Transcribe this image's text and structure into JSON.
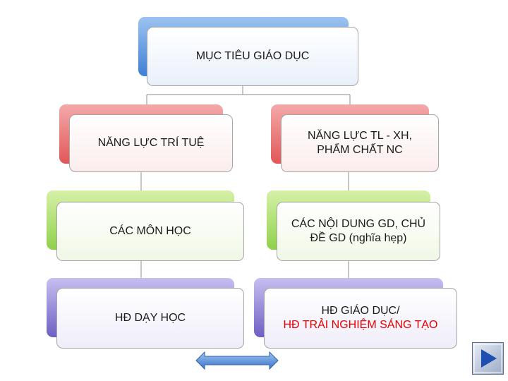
{
  "diagram": {
    "root": {
      "label": "MỤC TIÊU GIÁO DỤC"
    },
    "left_column": [
      {
        "line1": "NĂNG LỰC TRÍ TUỆ"
      },
      {
        "line1": "CÁC MÔN HỌC"
      },
      {
        "line1": "HĐ DẠY HỌC"
      }
    ],
    "right_column": [
      {
        "line1": "NĂNG LỰC TL - XH,",
        "line2": "PHẨM CHẤT NC"
      },
      {
        "line1": "CÁC NỘI DUNG GD, CHỦ",
        "line2": "ĐỀ GD (nghĩa hẹp)"
      },
      {
        "line1": "HĐ GIÁO DỤC/",
        "line2": "HĐ TRẢI NGHIỆM SÁNG TẠO"
      }
    ]
  },
  "colors": {
    "root_accent": "#3f7fd6",
    "row1_accent": "#e25757",
    "row2_accent": "#8fd14a",
    "row3_accent": "#6d5fc4",
    "highlight_text": "#e60000",
    "connector": "#8c8c8c",
    "nav_arrow": "#4a86d8",
    "next_button": "#1f4fb3"
  },
  "icons": {
    "nav_arrow": "double-arrow-icon",
    "next_button": "play-next-icon"
  }
}
